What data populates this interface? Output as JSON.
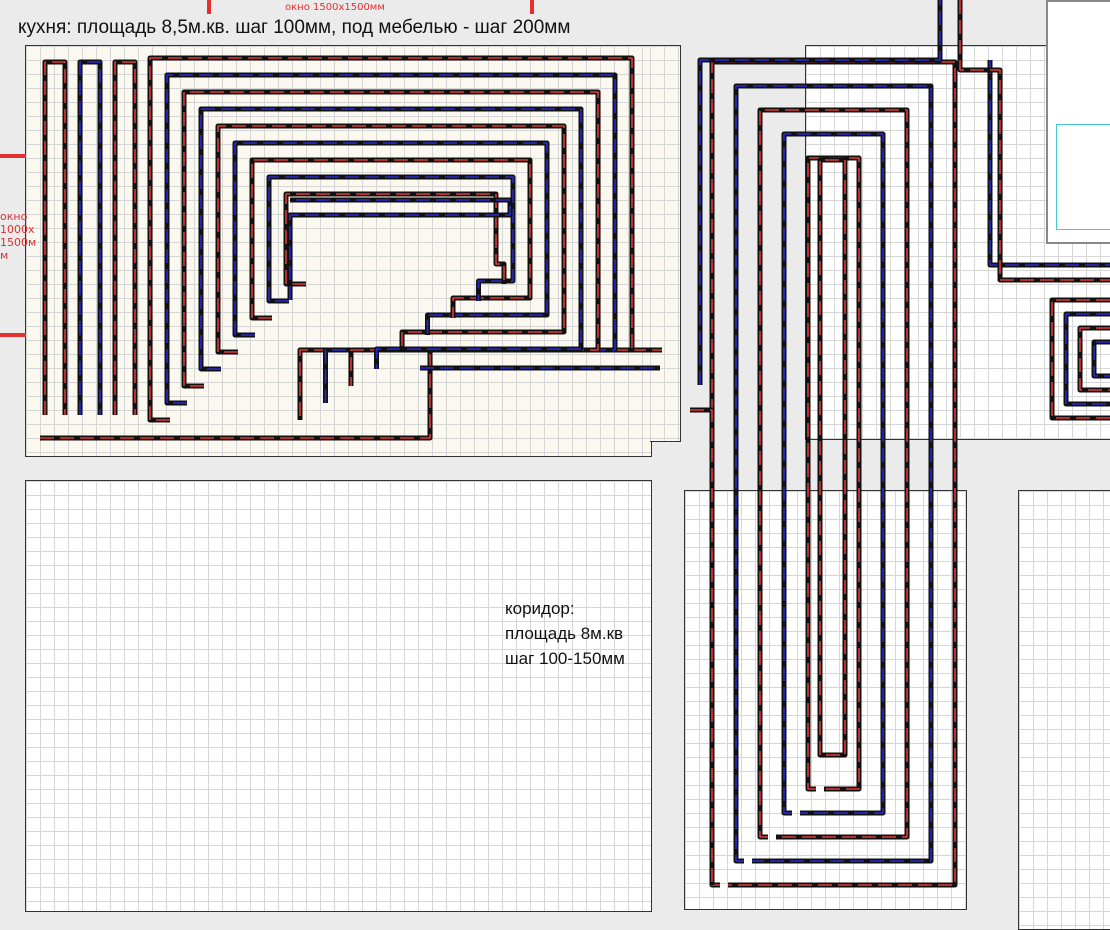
{
  "kitchen": {
    "title": "кухня:  площадь 8,5м.кв.   шаг 100мм, под мебелью - шаг 200мм",
    "window_top": "окно 1500х1500мм",
    "window_left": "окно 1000х 1500м м"
  },
  "corridor": {
    "line1": "коридор:",
    "line2": "площадь 8м.кв",
    "line3": "шаг 100-150мм"
  },
  "colors": {
    "supply": "#e03a3a",
    "return": "#2a2ad0",
    "pipe_outline": "#111111"
  }
}
